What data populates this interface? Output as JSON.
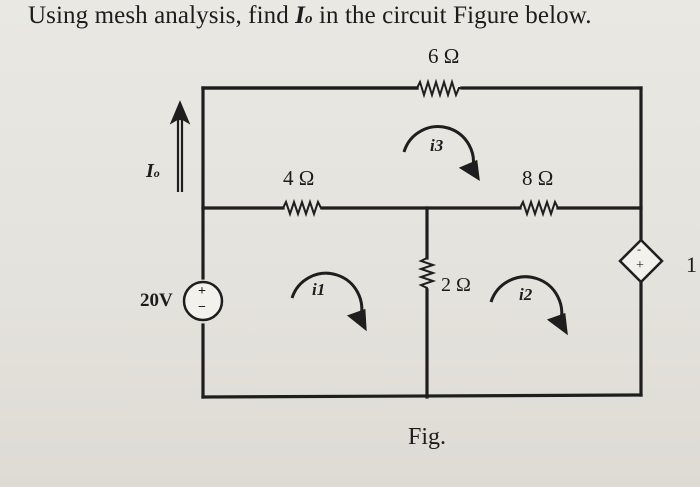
{
  "question": {
    "prefix": "Using mesh analysis, find ",
    "variable": "I",
    "variable_sub": "o",
    "suffix": " in the circuit Figure below."
  },
  "components": {
    "r_top": "6 Ω",
    "r_left": "4 Ω",
    "r_right": "8 Ω",
    "r_mid": "2 Ω",
    "voltage_source": "20V",
    "voltage_plus": "+",
    "voltage_minus": "−",
    "dependent_plus": "+",
    "dependent_minus": "-"
  },
  "current_label": {
    "main": "I",
    "sub": "o"
  },
  "meshes": {
    "i1": "i1",
    "i2": "i2",
    "i3": "i3"
  },
  "caption": "Fig.",
  "edge_text": "1"
}
